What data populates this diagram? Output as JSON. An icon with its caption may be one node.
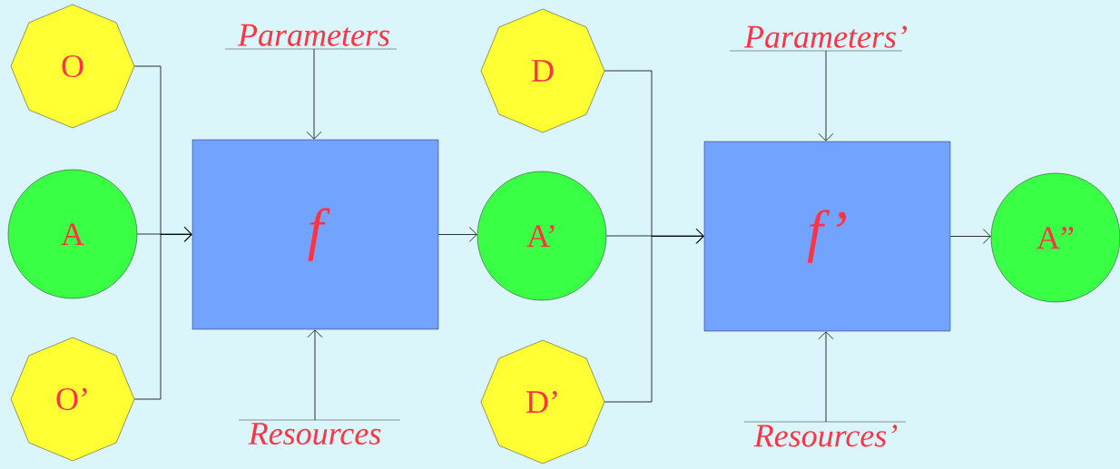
{
  "diagram": {
    "nodes": [
      {
        "text": [
          "Parameters"
        ]
      },
      {
        "text": [
          "O"
        ]
      },
      {
        "text": [
          "A"
        ]
      },
      {
        "text": [
          "O’"
        ]
      },
      {
        "text": [
          "f"
        ]
      },
      {
        "text": [
          "Resources"
        ]
      },
      {
        "text": [
          "Parameters’"
        ]
      },
      {
        "text": [
          "D"
        ]
      },
      {
        "text": [
          "A’"
        ]
      },
      {
        "text": [
          "D’"
        ]
      },
      {
        "text": [
          "f’"
        ]
      },
      {
        "text": [
          "Resources’"
        ]
      },
      {
        "text": [
          "A”"
        ]
      }
    ],
    "edges": [
      {
        "from": 0,
        "to": 4,
        "arrow": "to"
      },
      {
        "from": 1,
        "to": 4,
        "arrow": "to"
      },
      {
        "from": 2,
        "to": 4,
        "arrow": "to"
      },
      {
        "from": 3,
        "to": 4,
        "arrow": "to"
      },
      {
        "from": 5,
        "to": 4,
        "arrow": "to"
      },
      {
        "from": 4,
        "to": 8,
        "arrow": "to"
      },
      {
        "from": 6,
        "to": 10,
        "arrow": "to"
      },
      {
        "from": 7,
        "to": 10,
        "arrow": "to"
      },
      {
        "from": 8,
        "to": 10,
        "arrow": "to"
      },
      {
        "from": 9,
        "to": 10,
        "arrow": "to"
      },
      {
        "from": 11,
        "to": 10,
        "arrow": "to"
      },
      {
        "from": 10,
        "to": 12,
        "arrow": "to"
      }
    ]
  }
}
